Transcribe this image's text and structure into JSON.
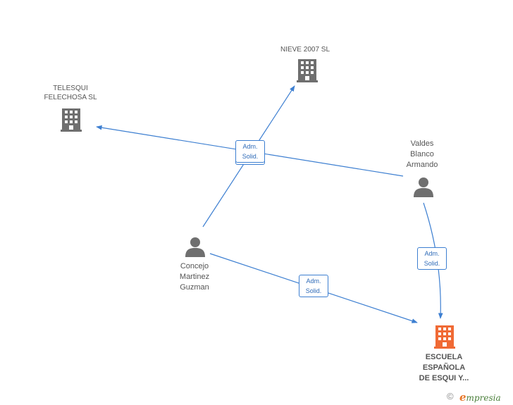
{
  "colors": {
    "edge": "#3d7fd1",
    "node_gray": "#6f6f6f",
    "node_focus": "#f06a35",
    "label": "#555555"
  },
  "nodes": {
    "nieve": {
      "type": "company",
      "icon": "building-icon",
      "label": "NIEVE 2007 SL"
    },
    "telesqui": {
      "type": "company",
      "icon": "building-icon",
      "label": "TELESQUI\nFELECHOSA SL"
    },
    "valdes": {
      "type": "person",
      "icon": "person-icon",
      "label": "Valdes\nBlanco\nArmando"
    },
    "concejo": {
      "type": "person",
      "icon": "person-icon",
      "label": "Concejo\nMartinez\nGuzman"
    },
    "escuela": {
      "type": "company",
      "icon": "building-icon",
      "label": "ESCUELA\nESPAÑOLA\nDE ESQUI Y..."
    }
  },
  "edges": [
    {
      "from": "concejo",
      "to": "nieve",
      "badge": {
        "line1": "Adm.",
        "line2": "Solid."
      }
    },
    {
      "from": "valdes",
      "to": "telesqui",
      "badge": {
        "line1": "Adm.",
        "line2": "Solid."
      }
    },
    {
      "from": "concejo",
      "to": "escuela",
      "badge": {
        "line1": "Adm.",
        "line2": "Solid."
      }
    },
    {
      "from": "valdes",
      "to": "escuela",
      "badge": {
        "line1": "Adm.",
        "line2": "Solid."
      }
    }
  ],
  "footer": {
    "copyright": "©",
    "brand_initial": "e",
    "brand_rest": "mpresia"
  }
}
